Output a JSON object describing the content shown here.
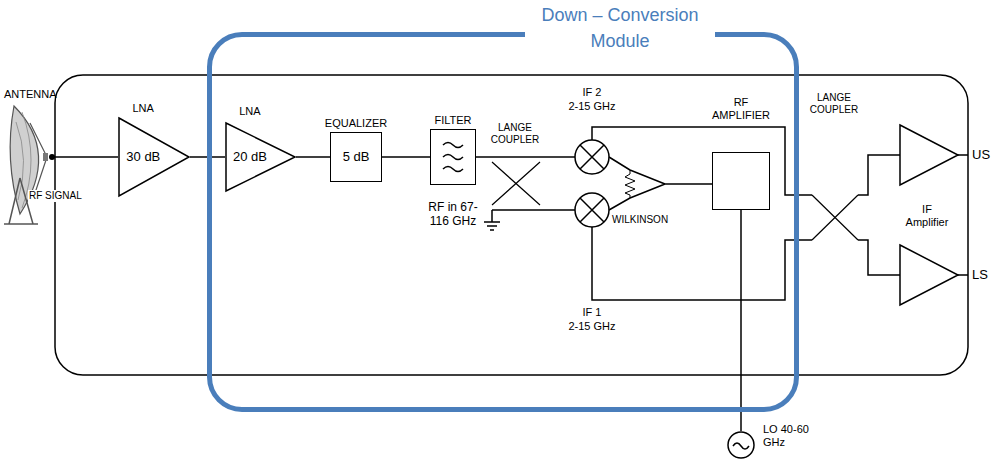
{
  "diagram": {
    "nodes": [
      {
        "text": [
          "Down – Conversion Module"
        ]
      },
      {
        "text": [
          "LNA",
          "30 dB"
        ]
      },
      {
        "text": [
          "LNA",
          "20 dB"
        ],
        "in": 0
      },
      {
        "text": [
          "EQUALIZER",
          "5 dB"
        ],
        "in": 0
      },
      {
        "text": [
          "FILTER"
        ],
        "in": 0
      },
      {
        "text": [
          "RF AMPLIFIER"
        ],
        "in": 0
      },
      {
        "text": [
          "LO 40-60 GHz"
        ]
      }
    ],
    "edges": [
      {
        "from": 1,
        "to": 2,
        "arrow": "none"
      },
      {
        "from": 2,
        "to": 3,
        "arrow": "none"
      },
      {
        "from": 3,
        "to": 4,
        "arrow": "none"
      },
      {
        "from": 5,
        "to": 6,
        "arrow": "none"
      }
    ],
    "labels": [
      "ANTENNA",
      "RF SIGNAL",
      "LANGE COUPLER",
      "IF 2",
      "2-15 GHz",
      "RF in 67-116 GHz",
      "WILKINSON",
      "IF 1",
      "2-15 GHz",
      "LANGE COUPLER",
      "IF Amplifier",
      "US",
      "LS"
    ]
  }
}
